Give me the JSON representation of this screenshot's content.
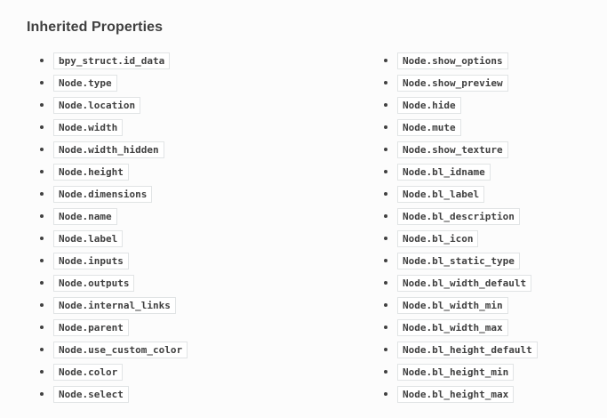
{
  "page": {
    "background_color": "#fcfcfc",
    "text_color": "#404040",
    "code_border_color": "#e1e4e5",
    "code_background_color": "#ffffff",
    "heading": "Inherited Properties"
  },
  "inherited_properties": {
    "columns": [
      {
        "items": [
          "bpy_struct.id_data",
          "Node.type",
          "Node.location",
          "Node.width",
          "Node.width_hidden",
          "Node.height",
          "Node.dimensions",
          "Node.name",
          "Node.label",
          "Node.inputs",
          "Node.outputs",
          "Node.internal_links",
          "Node.parent",
          "Node.use_custom_color",
          "Node.color",
          "Node.select"
        ]
      },
      {
        "items": [
          "Node.show_options",
          "Node.show_preview",
          "Node.hide",
          "Node.mute",
          "Node.show_texture",
          "Node.bl_idname",
          "Node.bl_label",
          "Node.bl_description",
          "Node.bl_icon",
          "Node.bl_static_type",
          "Node.bl_width_default",
          "Node.bl_width_min",
          "Node.bl_width_max",
          "Node.bl_height_default",
          "Node.bl_height_min",
          "Node.bl_height_max"
        ]
      }
    ]
  }
}
